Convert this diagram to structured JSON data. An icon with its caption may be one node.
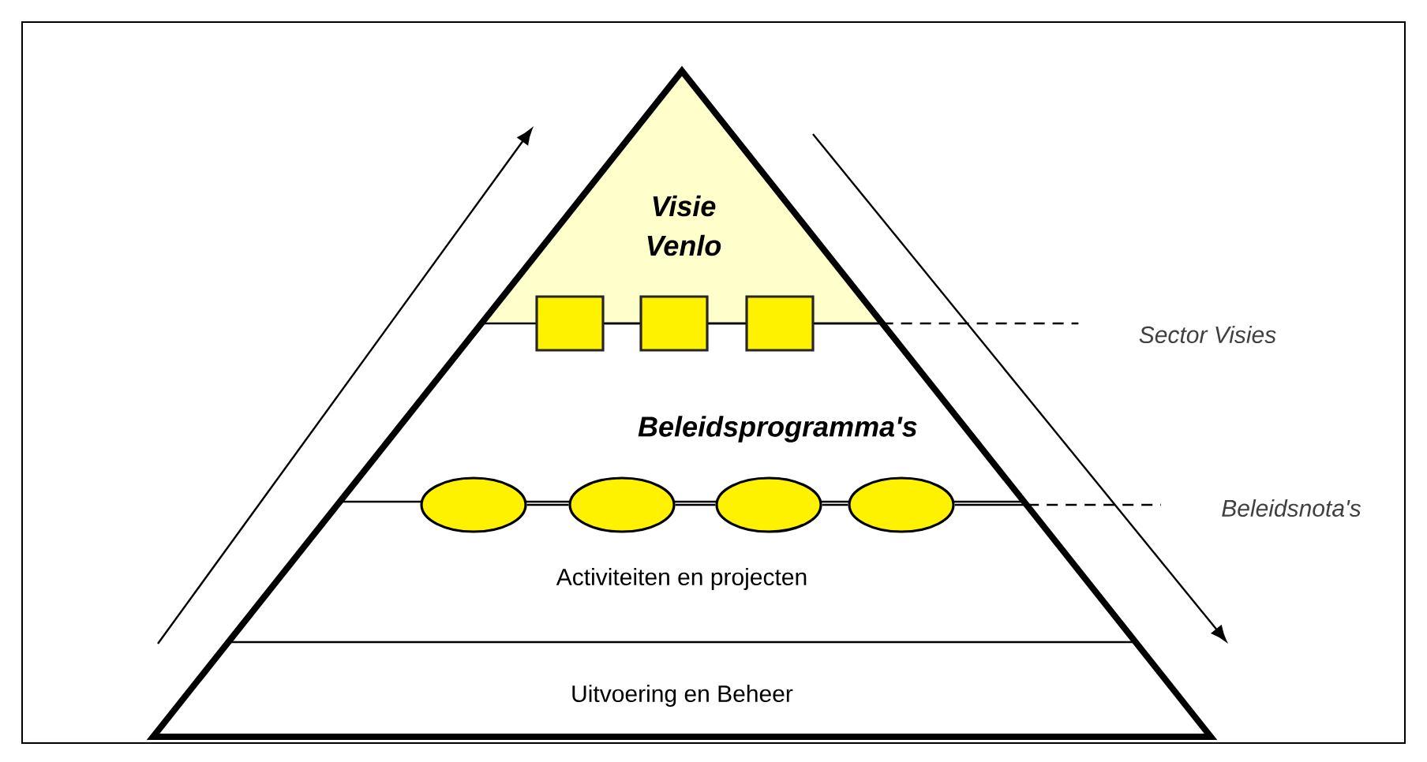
{
  "diagram": {
    "nodes": [
      {
        "text": [
          "Visie Venlo"
        ]
      },
      {
        "text": [],
        "shape": "box"
      },
      {
        "text": [],
        "shape": "box"
      },
      {
        "text": [],
        "shape": "box"
      },
      {
        "text": [
          "Sector Visies"
        ]
      },
      {
        "text": [
          "Beleidsprogramma's"
        ]
      },
      {
        "text": [],
        "shape": "ellipse"
      },
      {
        "text": [],
        "shape": "ellipse"
      },
      {
        "text": [],
        "shape": "ellipse"
      },
      {
        "text": [],
        "shape": "ellipse"
      },
      {
        "text": [
          "Beleidsnota's"
        ]
      },
      {
        "text": [
          "Activiteiten en projecten"
        ]
      },
      {
        "text": [
          "Uitvoering en Beheer"
        ]
      }
    ],
    "edges": [
      {
        "from": 1,
        "to": 2,
        "arrow": "none"
      },
      {
        "from": 2,
        "to": 3,
        "arrow": "none"
      },
      {
        "from": 3,
        "to": 4,
        "arrow": "none",
        "style": "dashed"
      },
      {
        "from": 6,
        "to": 7,
        "arrow": "none"
      },
      {
        "from": 7,
        "to": 8,
        "arrow": "none"
      },
      {
        "from": 8,
        "to": 9,
        "arrow": "none"
      },
      {
        "from": 9,
        "to": 10,
        "arrow": "none",
        "style": "dashed"
      }
    ]
  }
}
